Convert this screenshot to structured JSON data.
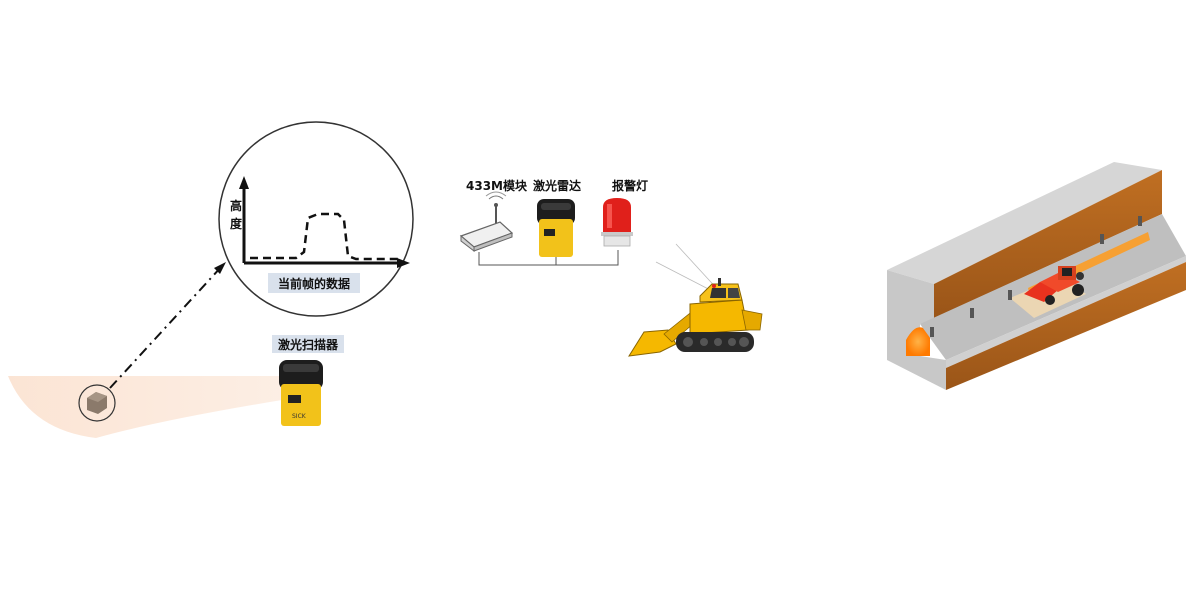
{
  "scan_view": {
    "y_axis_label": "高度",
    "frame_label": "当前帧的数据",
    "scanner_label": "激光扫描器"
  },
  "devices": {
    "module_label": "433M模块",
    "radar_label": "激光雷达",
    "alarm_label": "报警灯"
  },
  "scanner_device": {
    "icon": "laser-scanner-icon",
    "mark": "SICK"
  },
  "colors": {
    "scanner_yellow": "#f2c21a",
    "scan_fan": "#fbe3d2",
    "alarm_red": "#e0201b",
    "tunnel_wall": "#b5651d",
    "tunnel_glow": "#ff8a00",
    "loader_yellow": "#f5b800"
  }
}
